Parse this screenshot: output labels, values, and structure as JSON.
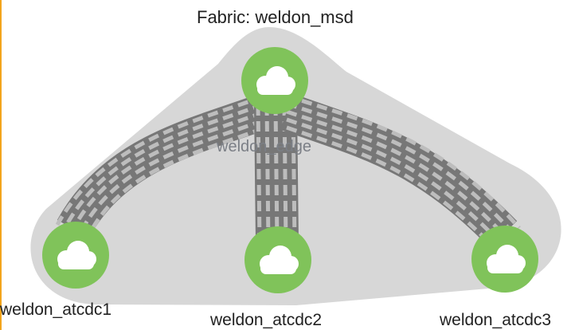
{
  "fabric": {
    "title": "Fabric: weldon_msd"
  },
  "nodes": {
    "edge": {
      "label": "weldon_edge",
      "icon": "cloud-icon"
    },
    "atcdc1": {
      "label": "weldon_atcdc1",
      "icon": "cloud-icon"
    },
    "atcdc2": {
      "label": "weldon_atcdc2",
      "icon": "cloud-icon"
    },
    "atcdc3": {
      "label": "weldon_atcdc3",
      "icon": "cloud-icon"
    }
  },
  "colors": {
    "left_edge_accent": "#f3a51c",
    "fabric_area": "#d7d7d7",
    "link_bundle": "#777777",
    "node_fill": "#80c35a",
    "node_inner": "#ffffff"
  }
}
